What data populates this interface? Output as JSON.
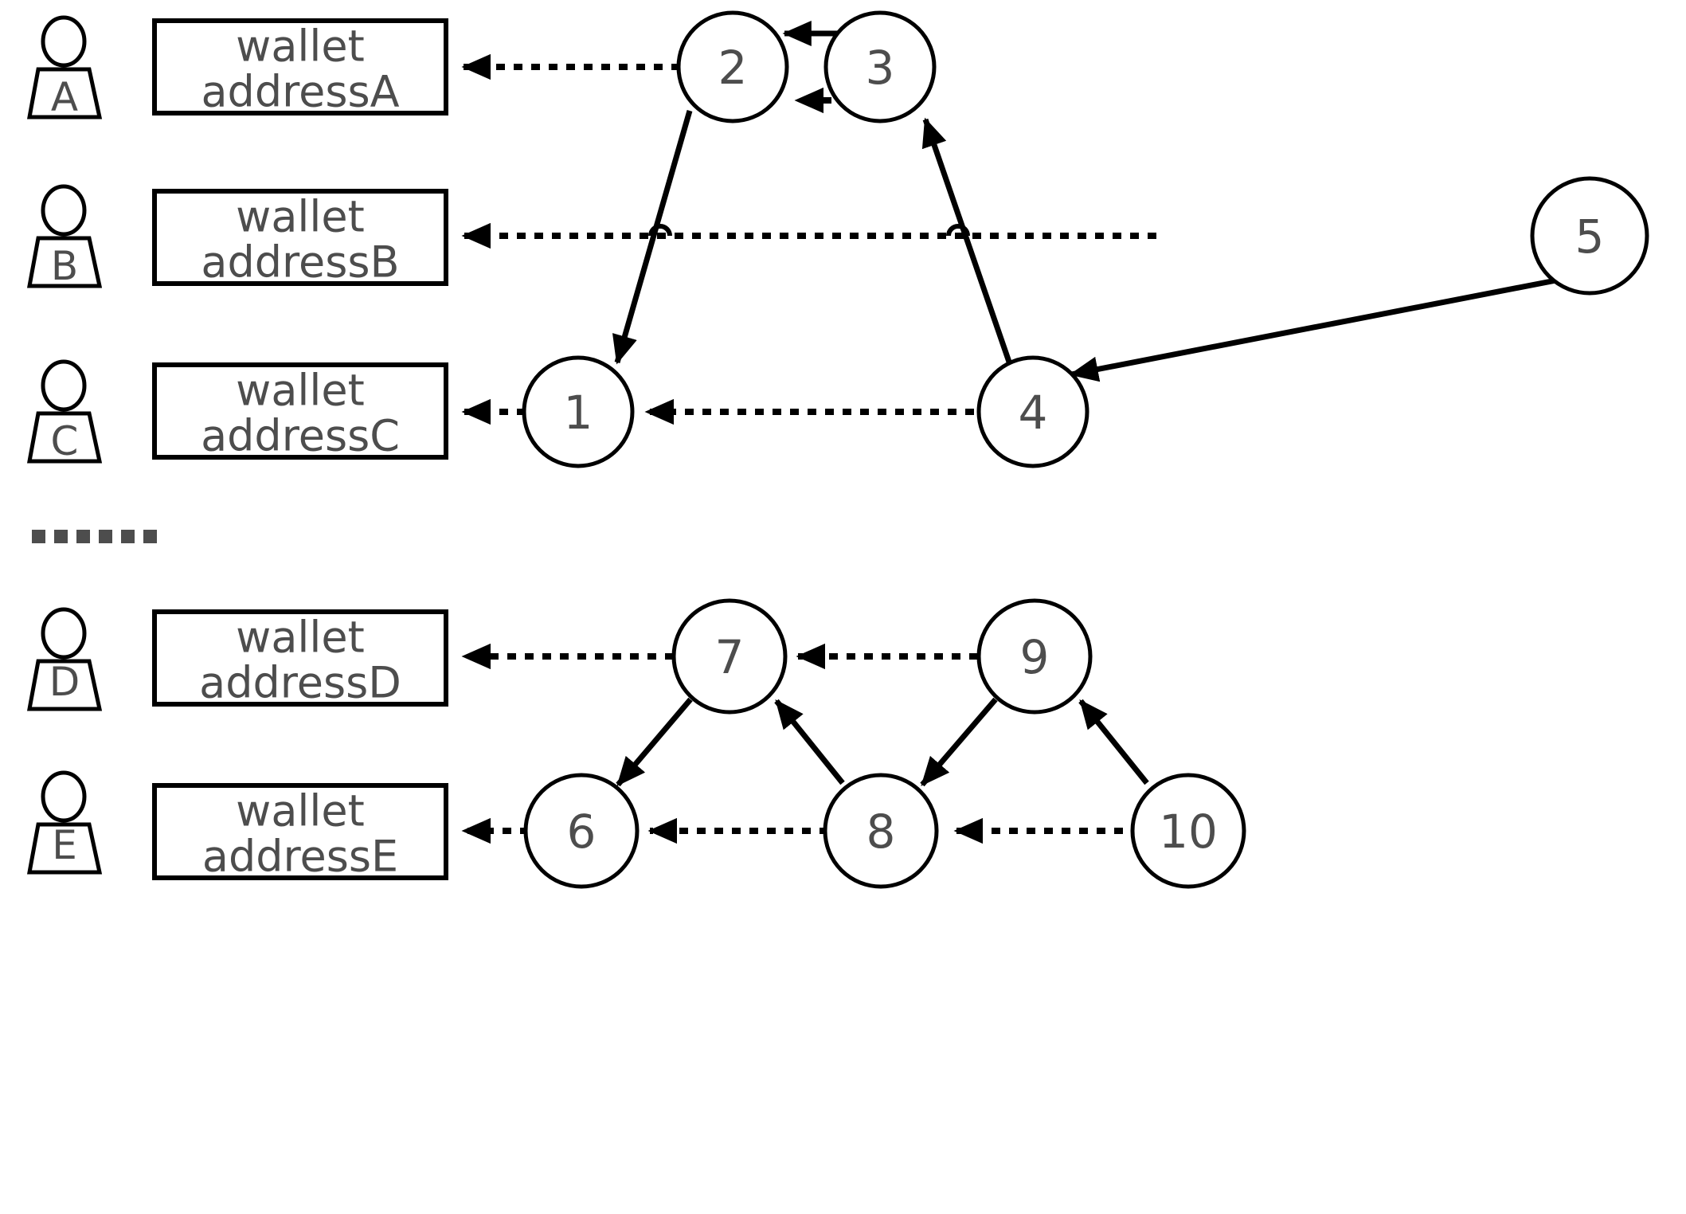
{
  "diagram": {
    "title": "wallet address and transaction node graph",
    "colors": {
      "stroke": "#000000",
      "text": "#4d4d4d",
      "background": "#ffffff"
    },
    "actors": [
      {
        "id": "actor-a",
        "label": "A"
      },
      {
        "id": "actor-b",
        "label": "B"
      },
      {
        "id": "actor-c",
        "label": "C"
      },
      {
        "id": "actor-d",
        "label": "D"
      },
      {
        "id": "actor-e",
        "label": "E"
      }
    ],
    "wallets": [
      {
        "id": "wallet-a",
        "line1": "wallet",
        "line2": "addressA"
      },
      {
        "id": "wallet-b",
        "line1": "wallet",
        "line2": "addressB"
      },
      {
        "id": "wallet-c",
        "line1": "wallet",
        "line2": "addressC"
      },
      {
        "id": "wallet-d",
        "line1": "wallet",
        "line2": "addressD"
      },
      {
        "id": "wallet-e",
        "line1": "wallet",
        "line2": "addressE"
      }
    ],
    "nodes": [
      {
        "id": "node-1",
        "label": "1"
      },
      {
        "id": "node-2",
        "label": "2"
      },
      {
        "id": "node-3",
        "label": "3"
      },
      {
        "id": "node-4",
        "label": "4"
      },
      {
        "id": "node-5",
        "label": "5"
      },
      {
        "id": "node-6",
        "label": "6"
      },
      {
        "id": "node-7",
        "label": "7"
      },
      {
        "id": "node-8",
        "label": "8"
      },
      {
        "id": "node-9",
        "label": "9"
      },
      {
        "id": "node-10",
        "label": "10"
      }
    ],
    "edges": [
      {
        "id": "edge-2-to-walletA",
        "from": "node-2",
        "to": "wallet-a",
        "style": "dashed"
      },
      {
        "id": "edge-5-to-walletB",
        "from": "node-5",
        "to": "wallet-b",
        "style": "dashed"
      },
      {
        "id": "edge-1-to-walletC",
        "from": "node-1",
        "to": "wallet-c",
        "style": "dashed"
      },
      {
        "id": "edge-7-to-walletD",
        "from": "node-7",
        "to": "wallet-d",
        "style": "dashed"
      },
      {
        "id": "edge-6-to-walletE",
        "from": "node-6",
        "to": "wallet-e",
        "style": "dashed"
      },
      {
        "id": "edge-3-to-2-solid",
        "from": "node-3",
        "to": "node-2",
        "style": "solid"
      },
      {
        "id": "edge-3-to-2-dashed",
        "from": "node-3",
        "to": "node-2",
        "style": "dashed"
      },
      {
        "id": "edge-2-to-1",
        "from": "node-2",
        "to": "node-1",
        "style": "solid"
      },
      {
        "id": "edge-4-to-3",
        "from": "node-4",
        "to": "node-3",
        "style": "solid"
      },
      {
        "id": "edge-4-to-1",
        "from": "node-4",
        "to": "node-1",
        "style": "dashed"
      },
      {
        "id": "edge-5-to-4",
        "from": "node-5",
        "to": "node-4",
        "style": "solid"
      },
      {
        "id": "edge-9-to-7",
        "from": "node-9",
        "to": "node-7",
        "style": "dashed"
      },
      {
        "id": "edge-7-to-6",
        "from": "node-7",
        "to": "node-6",
        "style": "solid"
      },
      {
        "id": "edge-8-to-7",
        "from": "node-8",
        "to": "node-7",
        "style": "solid"
      },
      {
        "id": "edge-9-to-8",
        "from": "node-9",
        "to": "node-8",
        "style": "solid"
      },
      {
        "id": "edge-10-to-9",
        "from": "node-10",
        "to": "node-9",
        "style": "solid"
      },
      {
        "id": "edge-8-to-6",
        "from": "node-8",
        "to": "node-6",
        "style": "dashed"
      },
      {
        "id": "edge-10-to-8",
        "from": "node-10",
        "to": "node-8",
        "style": "dashed"
      }
    ],
    "ellipsis": {
      "id": "section-ellipsis",
      "dots": 6
    }
  }
}
